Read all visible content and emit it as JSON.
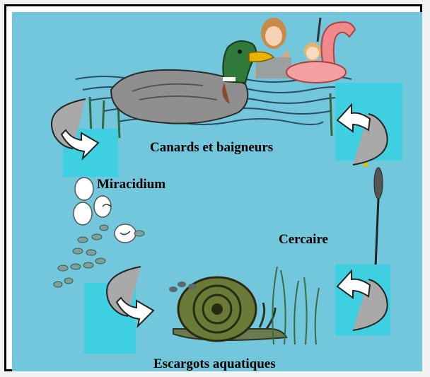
{
  "labels": {
    "ducks": "Canards et baigneurs",
    "miracidium": "Miracidium",
    "cercaria": "Cercaire",
    "snails": "Escargots aquatiques"
  },
  "colors": {
    "water": "#72c7dc",
    "highlight_square": "#3ecfe0",
    "arrow_fill": "#ffffff",
    "arrow_shade": "#aaaaaa"
  },
  "icons": [
    "duck",
    "bathers",
    "flamingo-float",
    "eggs",
    "miracidia",
    "snail",
    "cercaria",
    "curved-arrow"
  ]
}
